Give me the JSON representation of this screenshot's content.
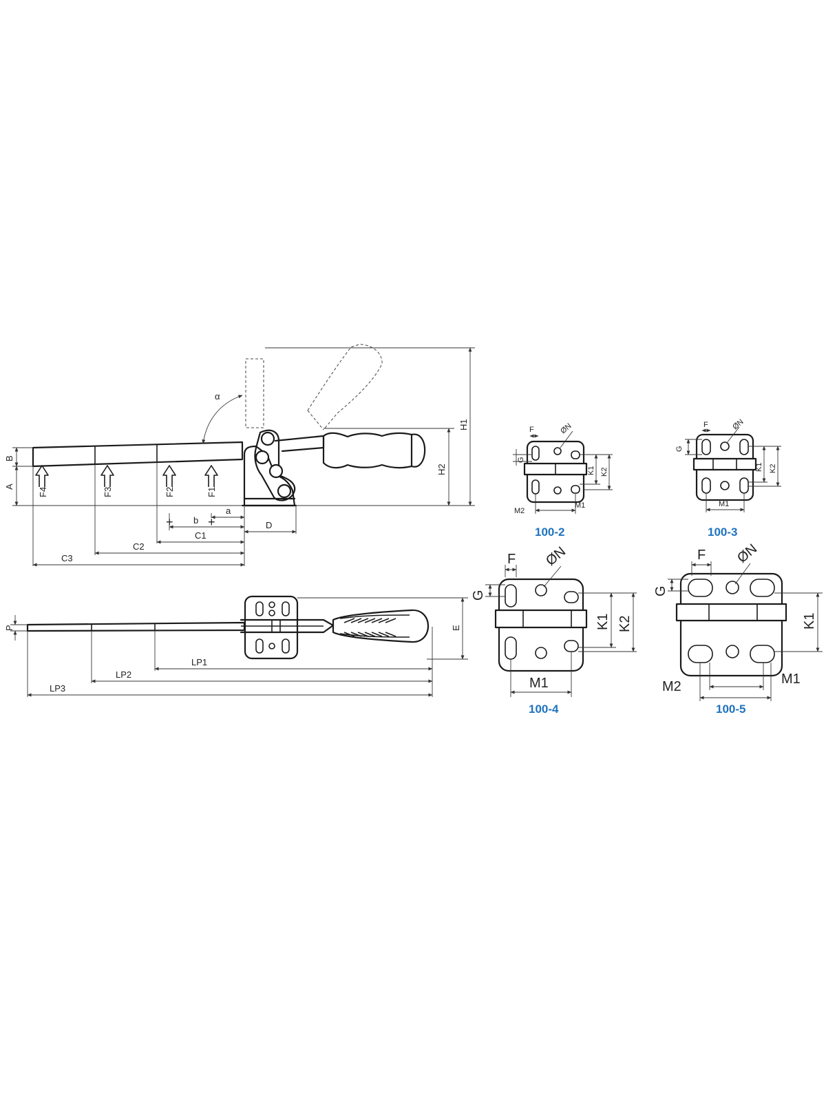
{
  "colors": {
    "line": "#1a1a1a",
    "model_label": "#1e73be",
    "background": "#ffffff"
  },
  "side_view": {
    "dims": {
      "A": "A",
      "B": "B",
      "H1": "H1",
      "H2": "H2",
      "alpha": "α",
      "a": "a",
      "b": "b",
      "C1": "C1",
      "C2": "C2",
      "C3": "C3",
      "D": "D"
    },
    "forces": {
      "F1": "F1",
      "F2": "F2",
      "F3": "F3",
      "F4": "F4"
    }
  },
  "top_view": {
    "dims": {
      "P": "P",
      "E": "E",
      "LP1": "LP1",
      "LP2": "LP2",
      "LP3": "LP3"
    }
  },
  "bases": {
    "m2": {
      "model": "100-2",
      "F": "F",
      "N": "ØN",
      "G": "G",
      "K1": "K1",
      "K2": "K2",
      "M1": "M1",
      "M2": "M2"
    },
    "m3": {
      "model": "100-3",
      "F": "F",
      "N": "ØN",
      "G": "G",
      "K1": "K1",
      "K2": "K2",
      "M1": "M1"
    },
    "m4": {
      "model": "100-4",
      "F": "F",
      "N": "ØN",
      "G": "G",
      "K1": "K1",
      "K2": "K2",
      "M1": "M1"
    },
    "m5": {
      "model": "100-5",
      "F": "F",
      "N": "ØN",
      "G": "G",
      "K1": "K1",
      "M1": "M1",
      "M2": "M2"
    }
  }
}
